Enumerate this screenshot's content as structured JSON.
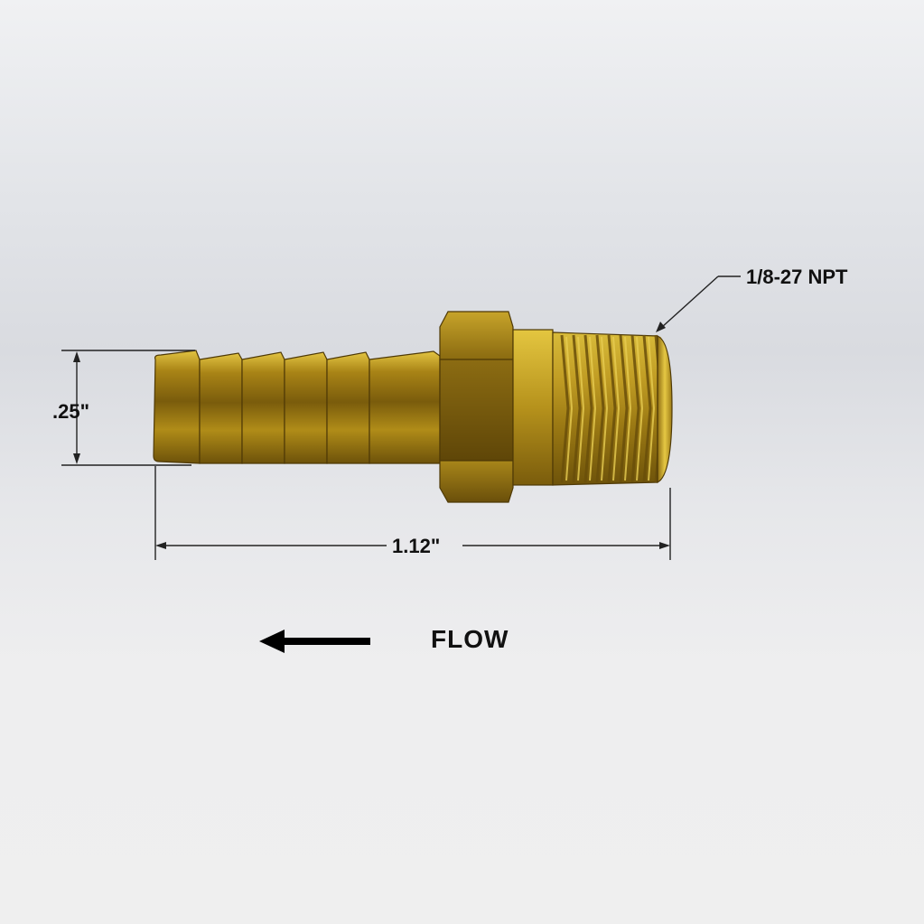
{
  "dimensions": {
    "diameter": ".25\"",
    "length": "1.12\"",
    "thread": "1/8-27 NPT"
  },
  "flow": {
    "label": "FLOW",
    "direction": "left"
  },
  "colors": {
    "brass_light": "#e9cf4a",
    "brass_mid": "#b8921a",
    "brass_dark": "#5e4508",
    "dimension_line": "#222222",
    "text": "#111111"
  }
}
